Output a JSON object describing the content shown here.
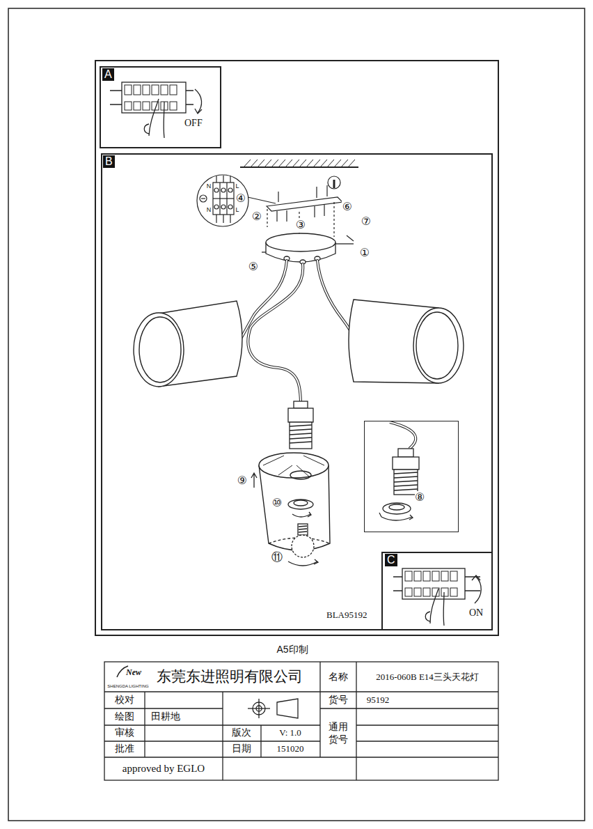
{
  "diagram": {
    "nodes": [
      {
        "text": [
          "A",
          "OFF"
        ]
      },
      {
        "text": [
          "B",
          "BLA95192"
        ]
      },
      {
        "text": [
          "⑧"
        ],
        "in": 1
      },
      {
        "text": [
          "C",
          "ON"
        ]
      }
    ],
    "labels": [
      "①",
      "②",
      "③",
      "④",
      "⑤",
      "⑥",
      "⑦",
      "⑨",
      "⑩",
      "⑪",
      "N",
      "L",
      "N",
      "L",
      "A5印制",
      "New",
      "SHENGDA LIGHTING",
      "东莞东进照明有限公司",
      "名称",
      "2016-060B E14三头天花灯",
      "校对",
      "货号",
      "95192",
      "绘图",
      "田耕地",
      "审核",
      "版次",
      "V: 1.0",
      "通用 货号",
      "批准",
      "日期",
      "151020",
      "approved by EGLO"
    ]
  }
}
